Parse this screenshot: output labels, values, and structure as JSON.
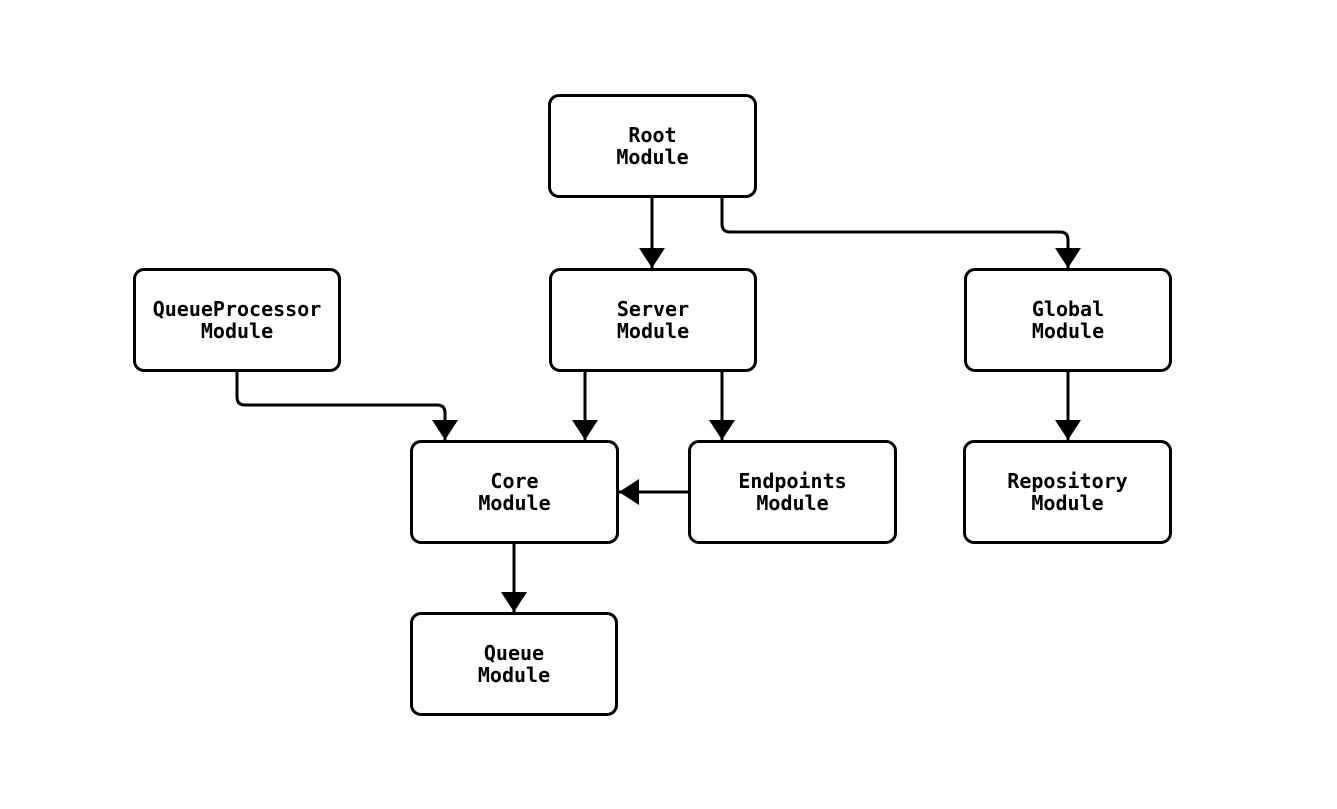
{
  "diagram": {
    "colors": {
      "background": "#ffffff",
      "node_fill": "#ffffff",
      "node_border": "#000000",
      "line": "#000000",
      "text": "#000000"
    },
    "nodes": [
      {
        "id": "root",
        "label": "Root\nModule"
      },
      {
        "id": "queueprocessor",
        "label": "QueueProcessor\nModule"
      },
      {
        "id": "server",
        "label": "Server\nModule"
      },
      {
        "id": "global",
        "label": "Global\nModule"
      },
      {
        "id": "core",
        "label": "Core\nModule"
      },
      {
        "id": "endpoints",
        "label": "Endpoints\nModule"
      },
      {
        "id": "repository",
        "label": "Repository\nModule"
      },
      {
        "id": "queue",
        "label": "Queue\nModule"
      }
    ],
    "edges": [
      {
        "from": "root",
        "to": "server"
      },
      {
        "from": "root",
        "to": "global"
      },
      {
        "from": "queueprocessor",
        "to": "core"
      },
      {
        "from": "server",
        "to": "core"
      },
      {
        "from": "server",
        "to": "endpoints"
      },
      {
        "from": "global",
        "to": "repository"
      },
      {
        "from": "endpoints",
        "to": "core"
      },
      {
        "from": "core",
        "to": "queue"
      }
    ]
  }
}
